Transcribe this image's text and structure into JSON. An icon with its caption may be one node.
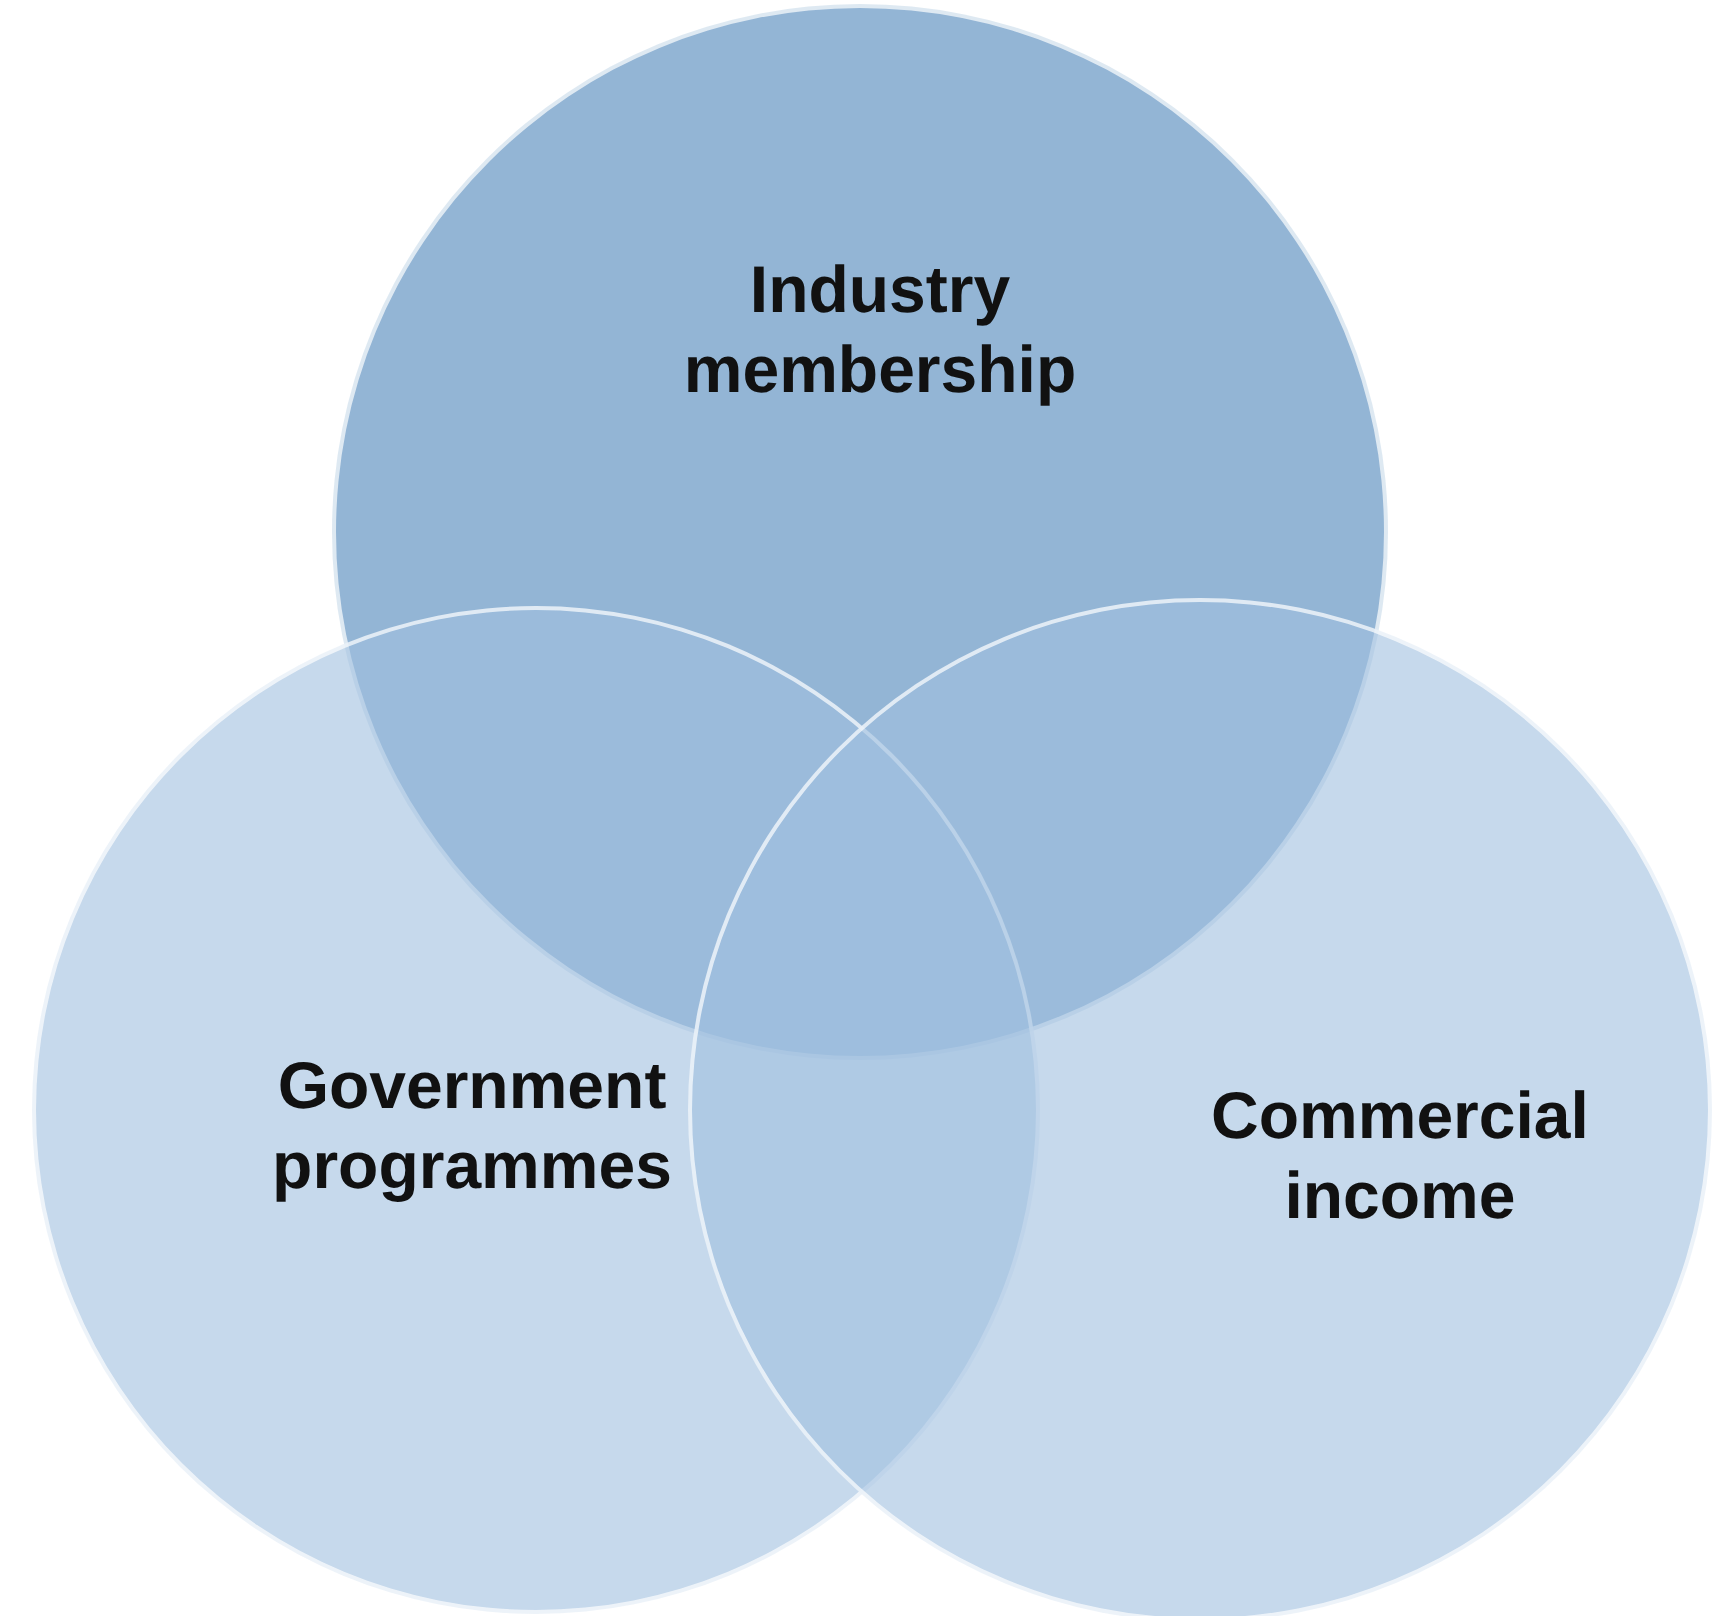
{
  "diagram": {
    "nodes": [
      {
        "text": [
          "Industry membership"
        ]
      },
      {
        "text": [
          "Government programmes"
        ]
      },
      {
        "text": [
          "Commercial income"
        ]
      }
    ]
  }
}
